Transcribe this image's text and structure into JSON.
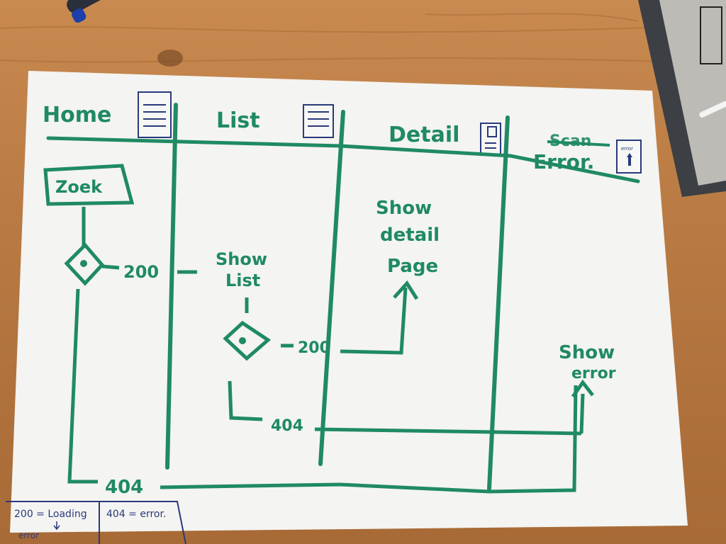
{
  "lanes": [
    {
      "title": "Home"
    },
    {
      "title": "List"
    },
    {
      "title": "Detail"
    },
    {
      "title": "Error.",
      "struck_title": "Scan"
    }
  ],
  "steps": {
    "zoek": "Zoek",
    "show_list_1": "Show",
    "show_list_2": "List",
    "show_detail_1": "Show",
    "show_detail_2": "detail",
    "show_detail_3": "Page",
    "show_error_1": "Show",
    "show_error_2": "error"
  },
  "status": {
    "home_200": "200",
    "home_404": "404",
    "list_200": "200",
    "list_404": "404"
  },
  "icons": {
    "home": "page-icon",
    "list": "list-page-icon",
    "detail": "detail-page-icon",
    "error": "error-page-icon"
  },
  "legend": {
    "line1": "200 = Loading",
    "line2": "error",
    "right": "404 = error."
  },
  "colors": {
    "marker": "#1f8a63",
    "pen_blue": "#2a3a7a",
    "paper": "#f4f4f2",
    "wood": "#b97a43"
  }
}
